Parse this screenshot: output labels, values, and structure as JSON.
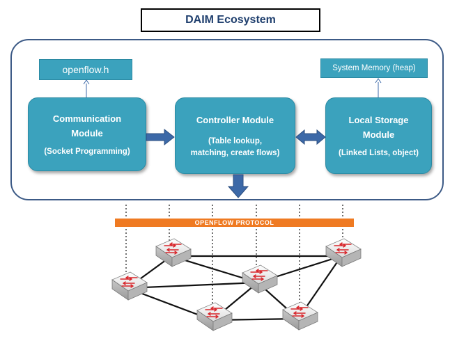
{
  "title": "DAIM Ecosystem",
  "modules": {
    "communication": {
      "title_line1": "Communication",
      "title_line2": "Module",
      "detail": "(Socket Programming)"
    },
    "controller": {
      "title": "Controller Module",
      "detail_line1": "(Table lookup,",
      "detail_line2": "matching, create flows)"
    },
    "storage": {
      "title_line1": "Local Storage",
      "title_line2": "Module",
      "detail": "(Linked Lists, object)"
    }
  },
  "references": {
    "header_file": "openflow.h",
    "memory": "System Memory (heap)"
  },
  "protocol_bar": "OPENFLOW PROTOCOL",
  "colors": {
    "module_fill": "#3ba2bd",
    "arrow": "#3c69a8",
    "frame": "#3c5a86",
    "protocol_bar": "#ef7a22",
    "title_text": "#1f3f6e"
  },
  "icons": {
    "switch": "network-switch-icon"
  }
}
